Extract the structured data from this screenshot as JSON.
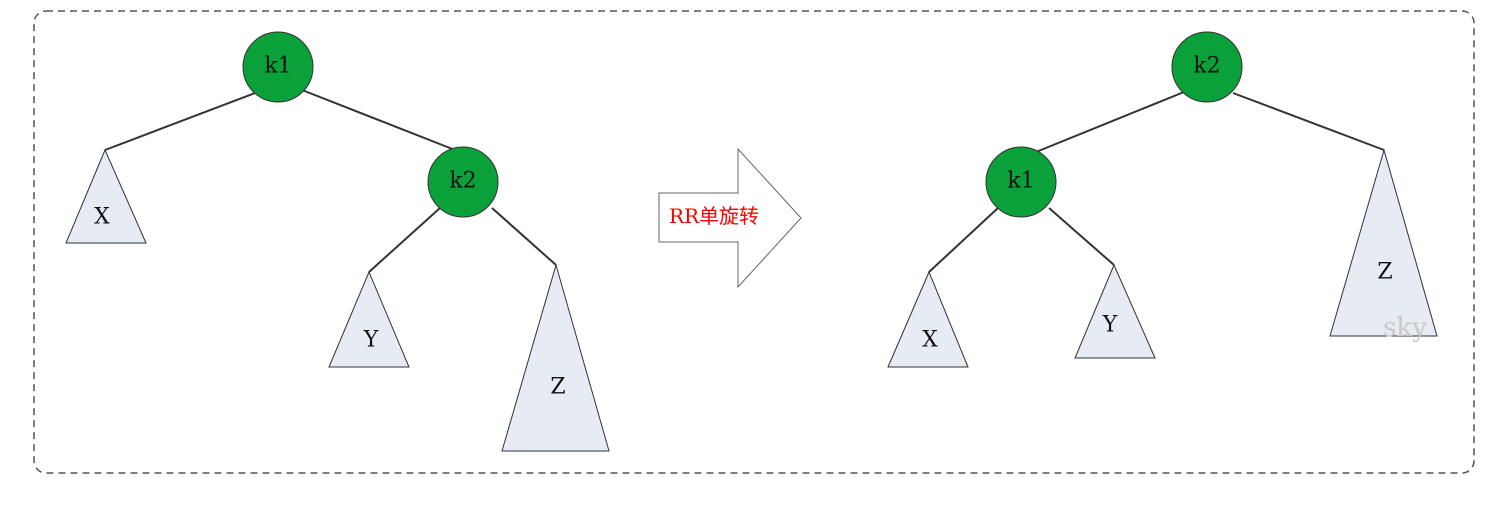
{
  "colors": {
    "node_fill": "#0aa03a",
    "node_stroke": "#333333",
    "subtree_fill": "#e6ebf4",
    "subtree_stroke": "#333333",
    "edge": "#333333",
    "frame": "#555555",
    "arrow_fill": "#ffffff",
    "arrow_stroke": "#666666",
    "arrow_text": "#ff0000",
    "watermark": "#c8c8c8"
  },
  "before": {
    "root": {
      "label": "k1"
    },
    "child": {
      "label": "k2"
    },
    "subtrees": [
      {
        "label": "X"
      },
      {
        "label": "Y"
      },
      {
        "label": "Z"
      }
    ]
  },
  "operation": {
    "label": "RR单旋转"
  },
  "after": {
    "root": {
      "label": "k2"
    },
    "child": {
      "label": "k1"
    },
    "subtrees": [
      {
        "label": "X"
      },
      {
        "label": "Y"
      },
      {
        "label": "Z"
      }
    ]
  },
  "watermark": "sky"
}
